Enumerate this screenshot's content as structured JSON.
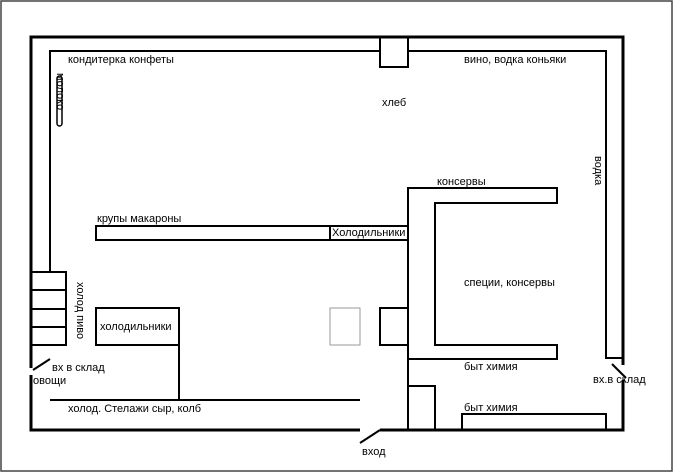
{
  "labels": {
    "confectionery": "кондитерка конфеты",
    "wine": "вино, водка коньяки",
    "bread": "хлеб",
    "milk": "молоко",
    "vodka": "водка",
    "canned_top": "консервы",
    "cereals": "крупы макароны",
    "fridges_shelf": "Холодильники",
    "spices": "специи, консервы",
    "cold_beer": "холод пиво",
    "fridges_box": "холодильники",
    "warehouse_entry_left": "вх в склад",
    "vegetables": "овощи",
    "cold_shelves": "холод. Стелажи сыр, колб",
    "household_1": "быт химия",
    "household_2": "быт химия",
    "warehouse_entry_right": "вх.в склад",
    "entrance": "вход"
  },
  "colors": {
    "line": "#000000",
    "frame": "#444444",
    "gray_box": "#999999"
  }
}
